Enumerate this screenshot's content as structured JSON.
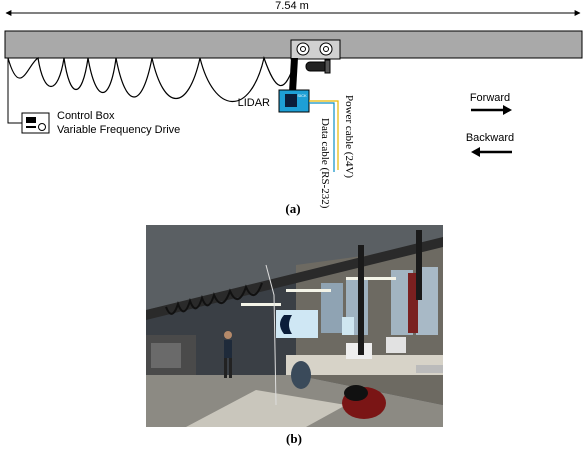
{
  "diagram": {
    "rail_length_label": "7.54 m",
    "control_box_label_1": "Control Box",
    "control_box_label_2": "Variable Frequency Drive",
    "lidar_label": "LIDAR",
    "lidar_box_text": "SICK",
    "power_cable_label": "Power cable (24V)",
    "data_cable_label": "Data cable (RS-232)",
    "forward_label": "Forward",
    "backward_label": "Backward",
    "caption_a": "(a)",
    "colors": {
      "rail": "#a9a9a9",
      "lidar": "#1e9fd6",
      "power_cable": "#e6b800",
      "data_cable": "#0a8fc4"
    }
  },
  "photo": {
    "caption_b": "(b)",
    "scene": "laboratory-photo"
  }
}
